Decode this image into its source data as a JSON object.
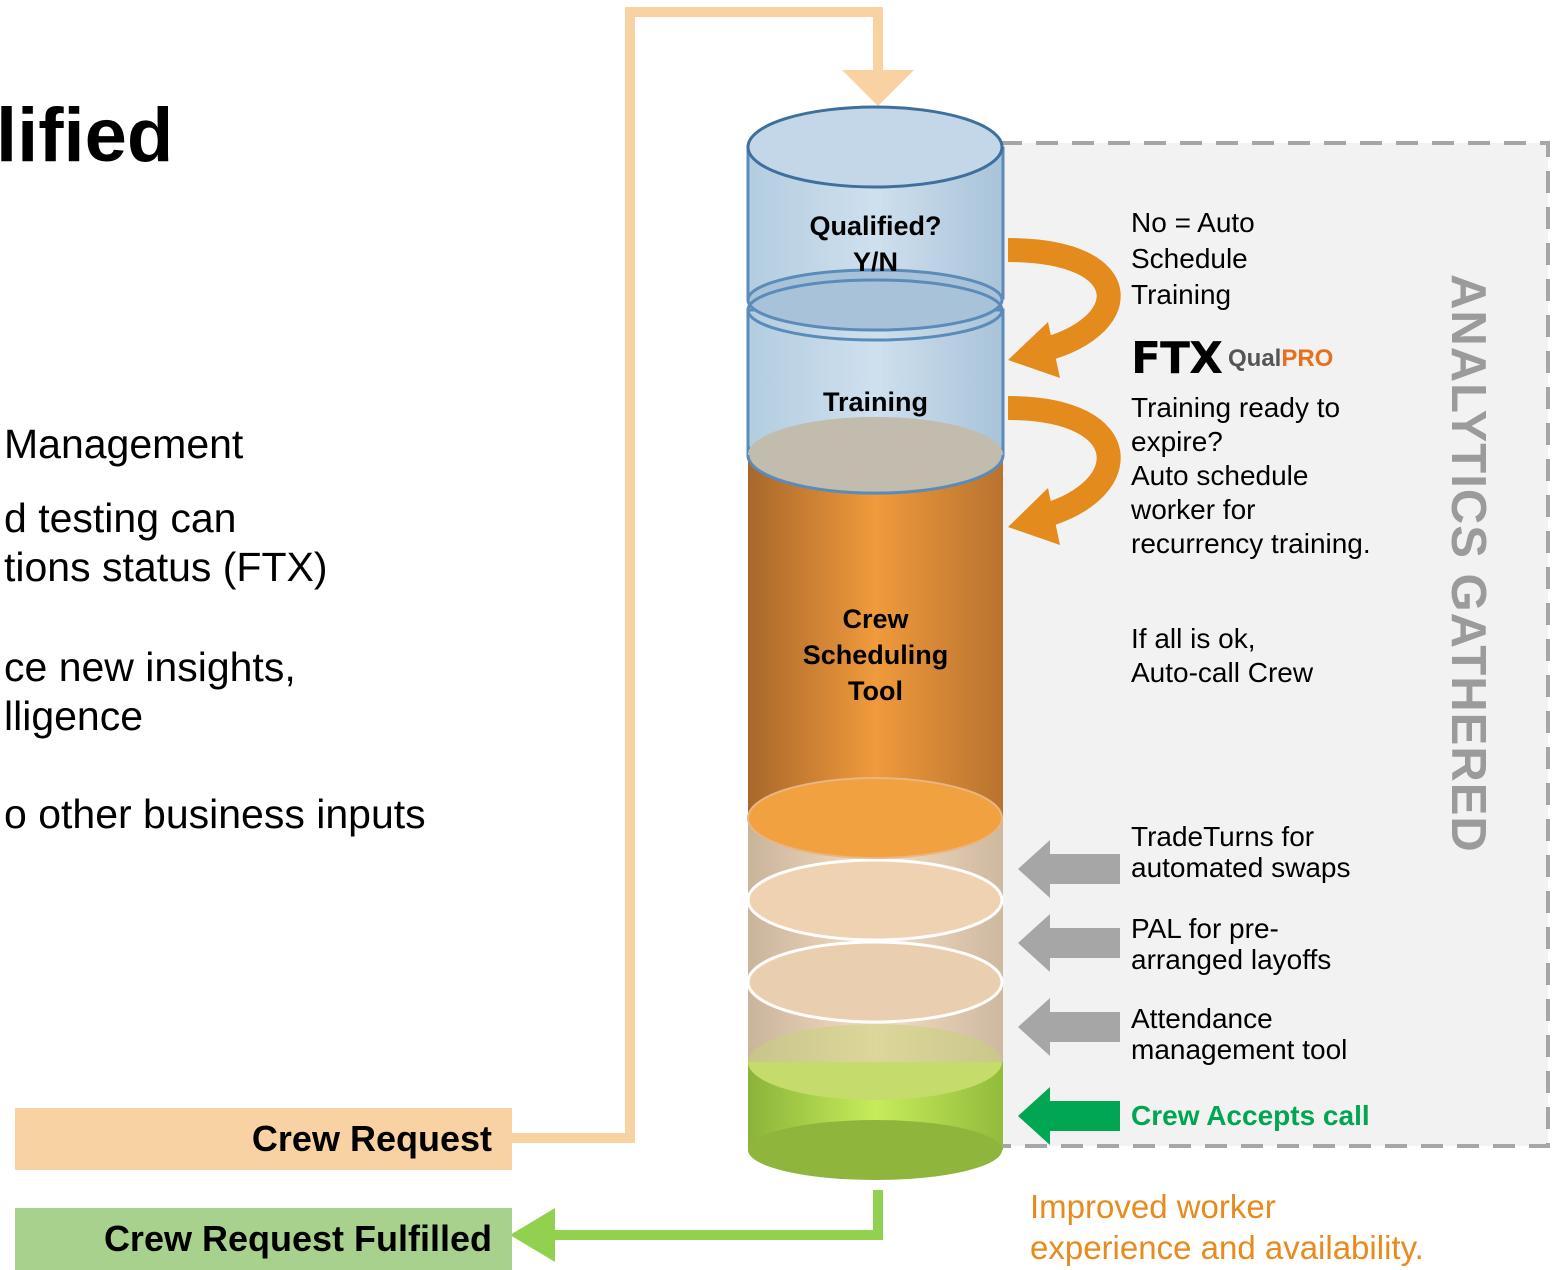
{
  "heading": "lified",
  "bullets": [
    "Management",
    "d testing can",
    "tions status (FTX)",
    "ce new insights,",
    "lligence",
    "o other business inputs"
  ],
  "cylinder": {
    "top_label": "Qualified?\nY/N",
    "training_label": "Training",
    "tool_label": "Crew\nScheduling\nTool"
  },
  "notes": {
    "auto_schedule": "No = Auto\nSchedule\nTraining",
    "logo_ftx": "FTX",
    "logo_qual": "Qual",
    "logo_pro": "PRO",
    "expire": "Training ready to\nexpire?\nAuto schedule\nworker for\nrecurrency training.",
    "all_ok": "If all is ok,\nAuto-call Crew",
    "tradeturns": "TradeTurns for\nautomated swaps",
    "pal": "PAL for pre-\narranged layoffs",
    "attendance": "Attendance\nmanagement tool",
    "accepts": "Crew Accepts call"
  },
  "analytics_label": "ANALYTICS GATHERED",
  "crew_request": "Crew Request",
  "crew_request_fulfilled": "Crew Request Fulfilled",
  "improved": "Improved worker\nexperience and availability.",
  "colors": {
    "peach": "#f8d2a2",
    "green_box": "#a9d18e",
    "green_arrow": "#92d050",
    "accept_green": "#00a651",
    "orange_arrow": "#e48b1d",
    "grey_arrow": "#a6a6a6",
    "analytics_text": "#9b9b9b"
  }
}
